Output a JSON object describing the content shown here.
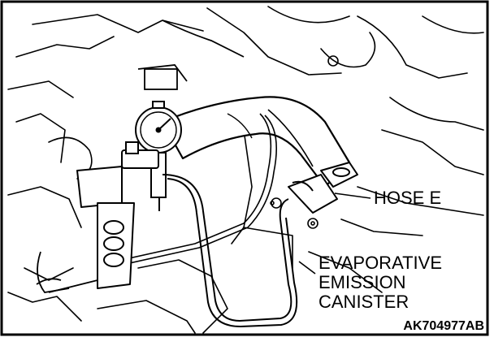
{
  "labels": {
    "hose_e": "HOSE E",
    "canister_line1": "EVAPORATIVE",
    "canister_line2": "EMISSION",
    "canister_line3": "CANISTER"
  },
  "figure_code": "AK704977AB",
  "colors": {
    "line": "#000000",
    "background": "#ffffff"
  }
}
